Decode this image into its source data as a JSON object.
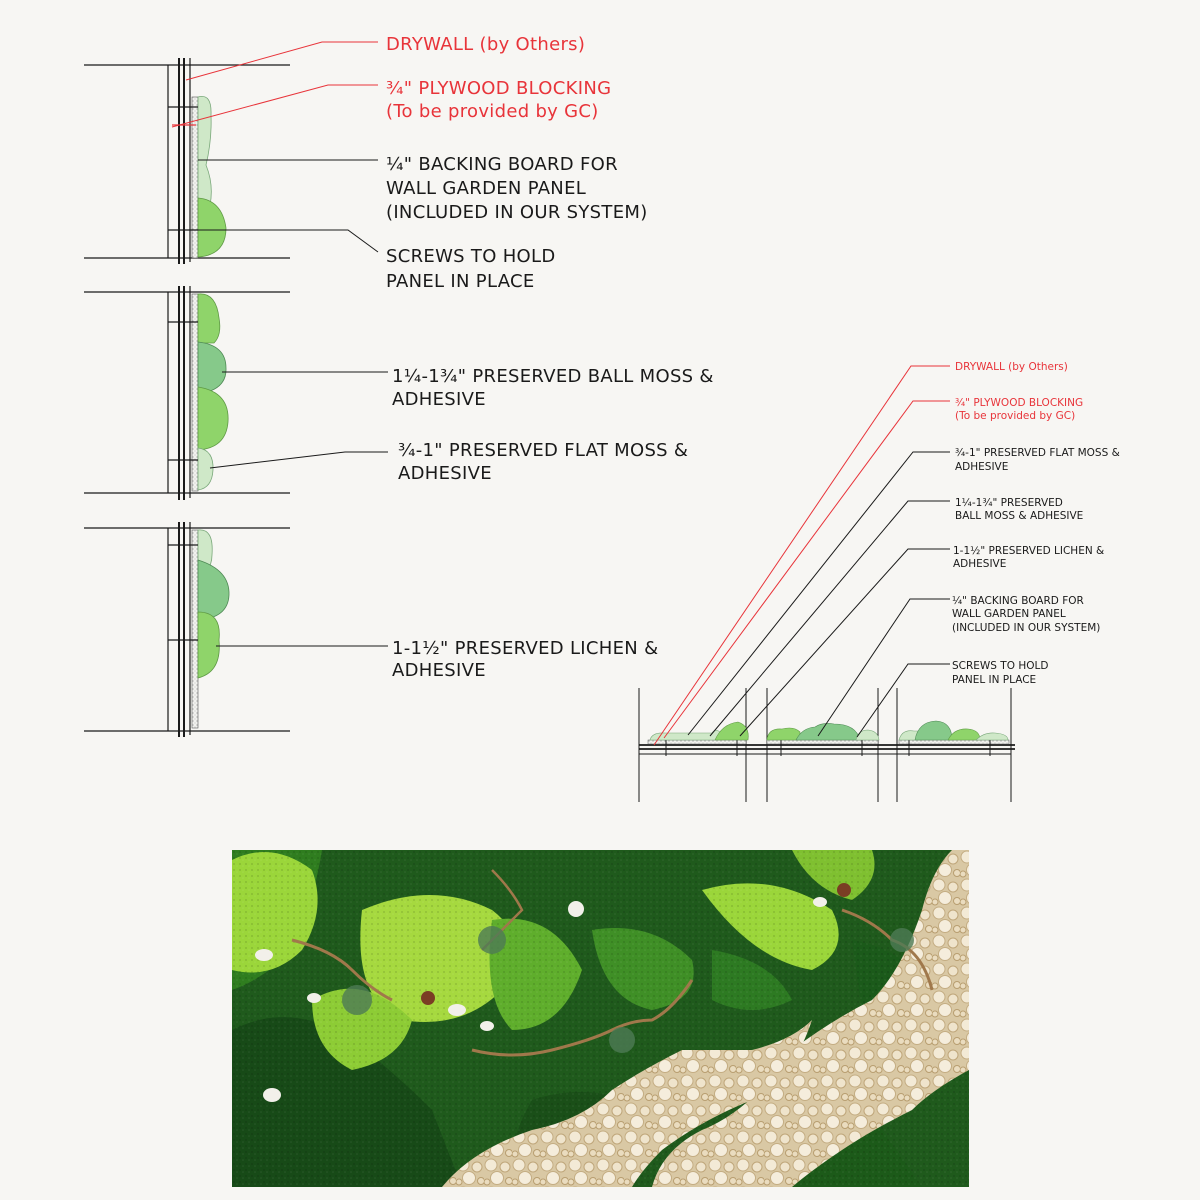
{
  "section_view": {
    "drywall": "DRYWALL (by Others)",
    "plywood": [
      "¾\" PLYWOOD BLOCKING",
      "(To be provided by GC)"
    ],
    "backing": [
      "¼\" BACKING BOARD FOR",
      "WALL GARDEN PANEL",
      "(INCLUDED IN OUR SYSTEM)"
    ],
    "screws": [
      "SCREWS TO HOLD",
      "PANEL IN PLACE"
    ],
    "ball_moss": [
      "1¼-1¾\" PRESERVED BALL MOSS &",
      "ADHESIVE"
    ],
    "flat_moss": [
      "¾-1\" PRESERVED FLAT MOSS &",
      "ADHESIVE"
    ],
    "lichen": [
      "1-1½\" PRESERVED LICHEN &",
      "ADHESIVE"
    ]
  },
  "plan_view": {
    "drywall": "DRYWALL (by Others)",
    "plywood": [
      "¾\" PLYWOOD BLOCKING",
      "(To be provided by GC)"
    ],
    "flat_moss": [
      "¾-1\" PRESERVED FLAT MOSS &",
      "ADHESIVE"
    ],
    "ball_moss": [
      "1¼-1¾\" PRESERVED",
      "BALL MOSS & ADHESIVE"
    ],
    "lichen": [
      "1-1½\" PRESERVED LICHEN &",
      "ADHESIVE"
    ],
    "backing": [
      "¼\" BACKING BOARD FOR",
      "WALL GARDEN PANEL",
      "(INCLUDED IN OUR SYSTEM)"
    ],
    "screws": [
      "SCREWS TO HOLD",
      "PANEL IN PLACE"
    ]
  },
  "colors": {
    "callout_red": "#e8343a",
    "linework": "#1a1a1a",
    "ball_moss": "#86c98a",
    "flat_moss": "#cfe8c8",
    "lichen": "#8fd46a"
  }
}
